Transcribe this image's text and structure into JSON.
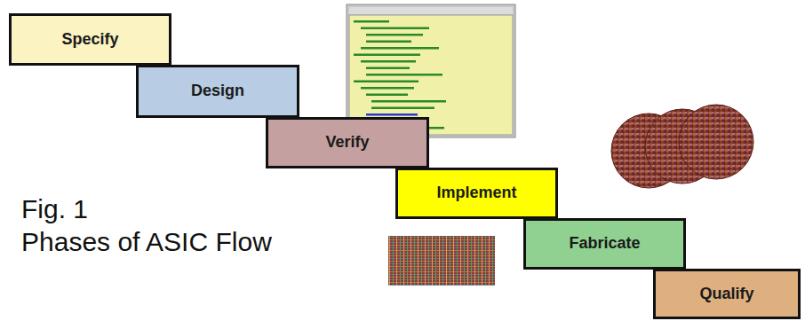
{
  "diagram": {
    "caption": "Fig. 1 Phases of ASIC Flow",
    "nodes": [
      {
        "text": [
          "Specify"
        ]
      },
      {
        "text": [
          "Design"
        ]
      },
      {
        "text": [
          "Verify"
        ]
      },
      {
        "text": [
          "Implement"
        ]
      },
      {
        "text": [
          "Fabricate"
        ]
      },
      {
        "text": [
          "Qualify"
        ]
      }
    ]
  }
}
